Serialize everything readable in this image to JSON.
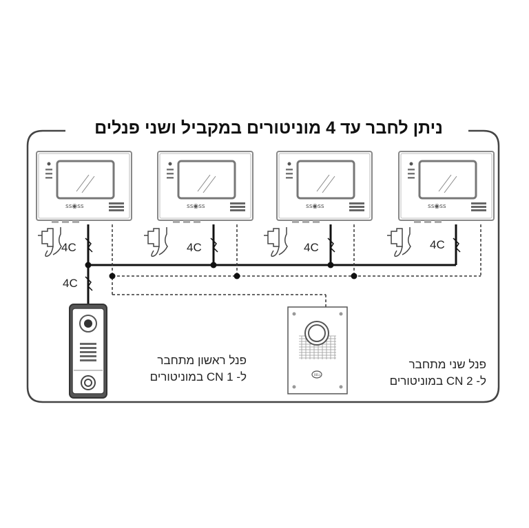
{
  "title": "ניתן לחבר עד 4 מוניטורים במקביל ושני פנלים",
  "monitors": [
    {
      "id": 1,
      "cable_label": "4C"
    },
    {
      "id": 2,
      "cable_label": "4C"
    },
    {
      "id": 3,
      "cable_label": "4C"
    },
    {
      "id": 4,
      "cable_label": "4C"
    }
  ],
  "panel1": {
    "cable_label": "4C",
    "caption_line1": "פנל ראשון מתחבר",
    "caption_line2": "ל- CN 1 במוניטורים"
  },
  "panel2": {
    "caption_line1": "פנל שני מתחבר",
    "caption_line2": "ל- CN 2 במוניטורים"
  },
  "colors": {
    "line": "#111111",
    "frame": "#444444",
    "device_outline": "#777777",
    "background": "#ffffff"
  }
}
